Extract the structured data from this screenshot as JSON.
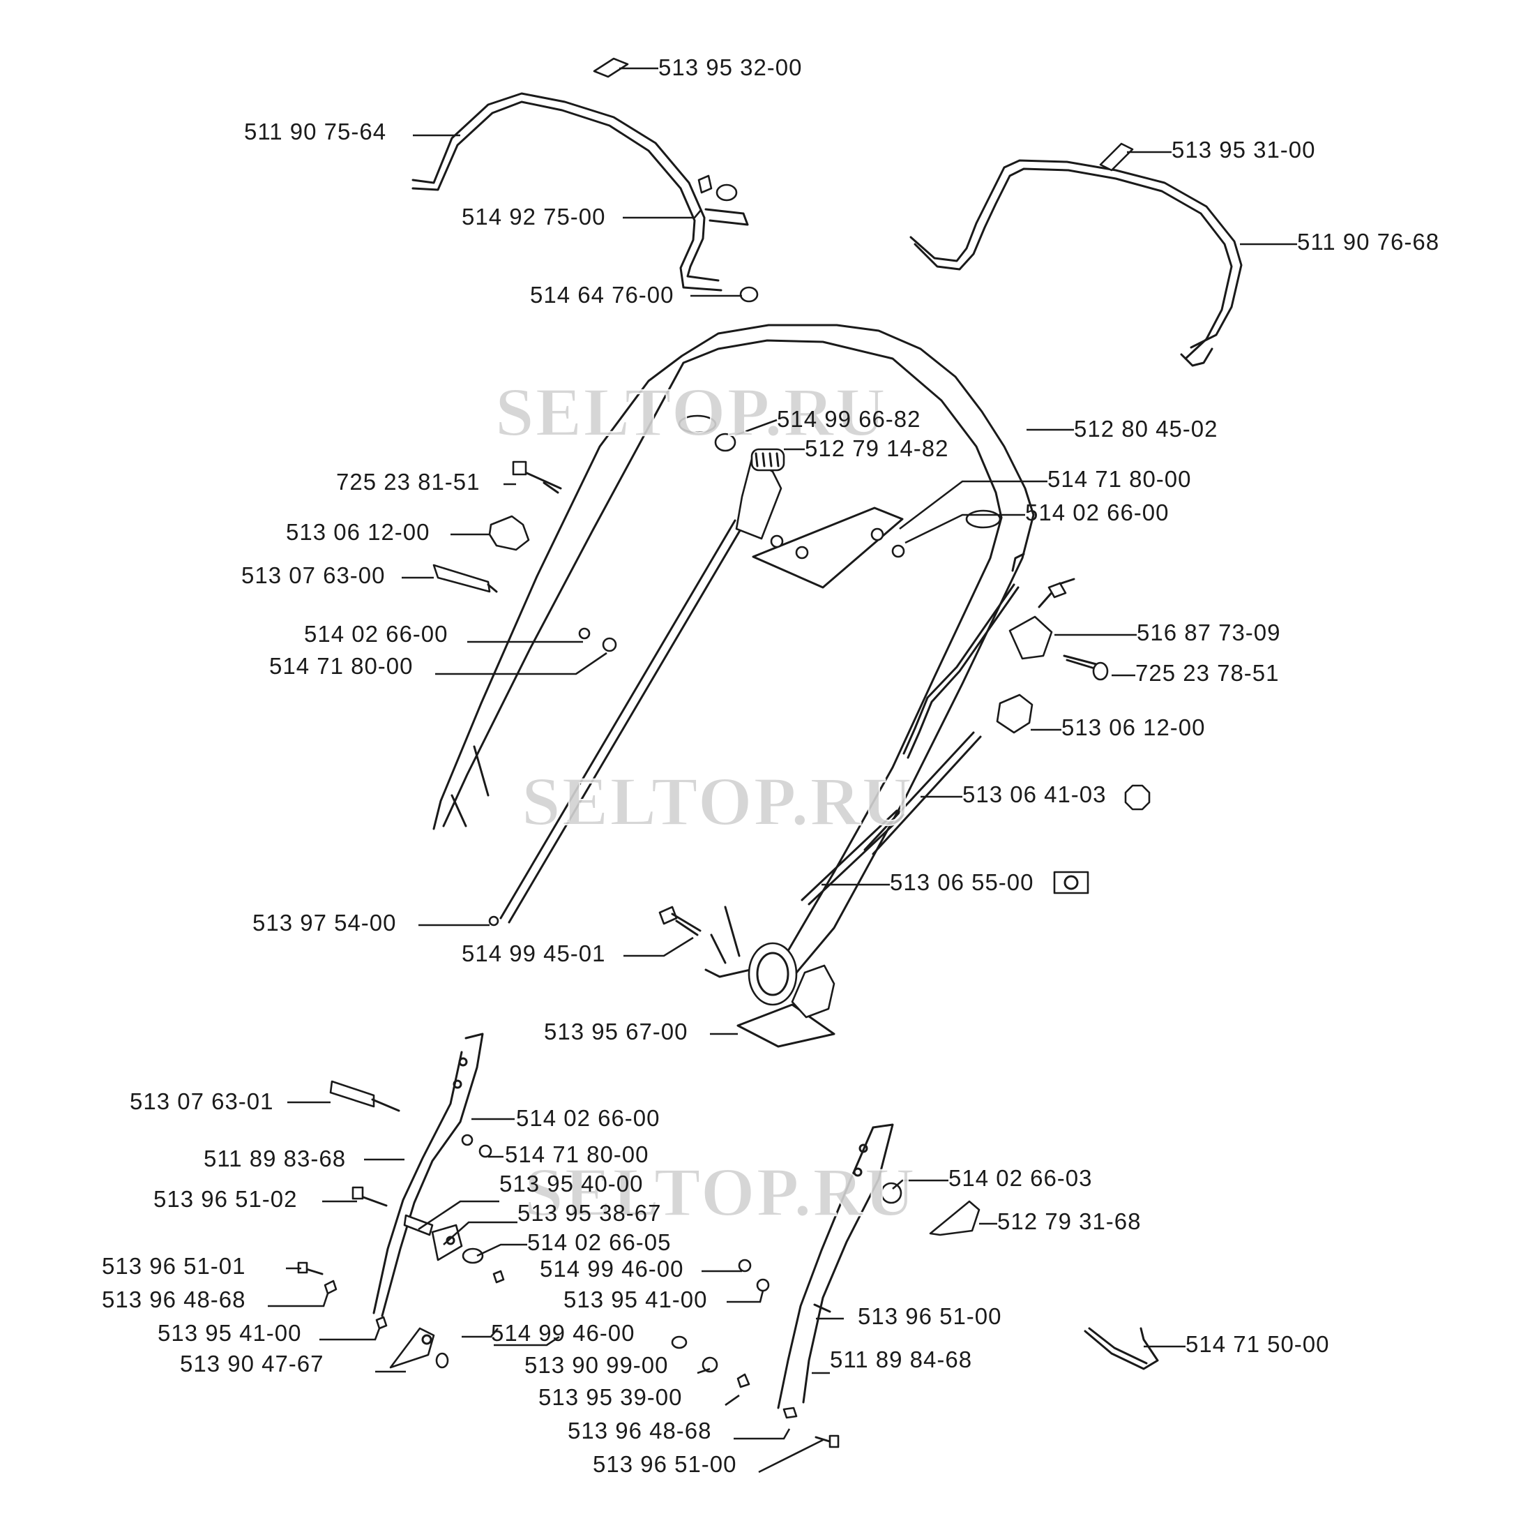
{
  "watermark_text": "SELTOP.RU",
  "labels": [
    {
      "id": "lbl-01",
      "text": "513 95 32-00"
    },
    {
      "id": "lbl-02",
      "text": "511 90 75-64"
    },
    {
      "id": "lbl-03",
      "text": "514 92 75-00"
    },
    {
      "id": "lbl-04",
      "text": "514 64 76-00"
    },
    {
      "id": "lbl-05",
      "text": "513 95 31-00"
    },
    {
      "id": "lbl-06",
      "text": "511 90 76-68"
    },
    {
      "id": "lbl-07",
      "text": "514 99 66-82"
    },
    {
      "id": "lbl-08",
      "text": "512 79 14-82"
    },
    {
      "id": "lbl-09",
      "text": "512 80 45-02"
    },
    {
      "id": "lbl-10",
      "text": "725 23 81-51"
    },
    {
      "id": "lbl-11",
      "text": "514 71 80-00"
    },
    {
      "id": "lbl-12",
      "text": "514 02 66-00"
    },
    {
      "id": "lbl-13",
      "text": "513 06 12-00"
    },
    {
      "id": "lbl-14",
      "text": "513 07 63-00"
    },
    {
      "id": "lbl-15",
      "text": "514 02 66-00"
    },
    {
      "id": "lbl-16",
      "text": "514 71 80-00"
    },
    {
      "id": "lbl-17",
      "text": "516 87 73-09"
    },
    {
      "id": "lbl-18",
      "text": "725 23 78-51"
    },
    {
      "id": "lbl-19",
      "text": "513 06 12-00"
    },
    {
      "id": "lbl-20",
      "text": "513 06 41-03"
    },
    {
      "id": "lbl-21",
      "text": "513 06 55-00"
    },
    {
      "id": "lbl-22",
      "text": "513 97 54-00"
    },
    {
      "id": "lbl-23",
      "text": "514 99 45-01"
    },
    {
      "id": "lbl-24",
      "text": "513 95 67-00"
    },
    {
      "id": "lbl-25",
      "text": "513 07 63-01"
    },
    {
      "id": "lbl-26",
      "text": "514 02 66-00"
    },
    {
      "id": "lbl-27",
      "text": "514 71 80-00"
    },
    {
      "id": "lbl-28",
      "text": "511 89 83-68"
    },
    {
      "id": "lbl-29",
      "text": "513 95 40-00"
    },
    {
      "id": "lbl-30",
      "text": "514 02 66-03"
    },
    {
      "id": "lbl-31",
      "text": "513 96 51-02"
    },
    {
      "id": "lbl-32",
      "text": "513 95 38-67"
    },
    {
      "id": "lbl-33",
      "text": "512 79 31-68"
    },
    {
      "id": "lbl-34",
      "text": "514 02 66-05"
    },
    {
      "id": "lbl-35",
      "text": "513 96 51-01"
    },
    {
      "id": "lbl-36",
      "text": "514 99 46-00"
    },
    {
      "id": "lbl-37",
      "text": "513 96 48-68"
    },
    {
      "id": "lbl-38",
      "text": "513 95 41-00"
    },
    {
      "id": "lbl-39",
      "text": "513 96 51-00"
    },
    {
      "id": "lbl-40",
      "text": "513 95 41-00"
    },
    {
      "id": "lbl-41",
      "text": "514 99 46-00"
    },
    {
      "id": "lbl-42",
      "text": "514 71 50-00"
    },
    {
      "id": "lbl-43",
      "text": "513 90 47-67"
    },
    {
      "id": "lbl-44",
      "text": "513 90 99-00"
    },
    {
      "id": "lbl-45",
      "text": "511 89 84-68"
    },
    {
      "id": "lbl-46",
      "text": "513 95 39-00"
    },
    {
      "id": "lbl-47",
      "text": "513 96 48-68"
    },
    {
      "id": "lbl-48",
      "text": "513 96 51-00"
    }
  ]
}
